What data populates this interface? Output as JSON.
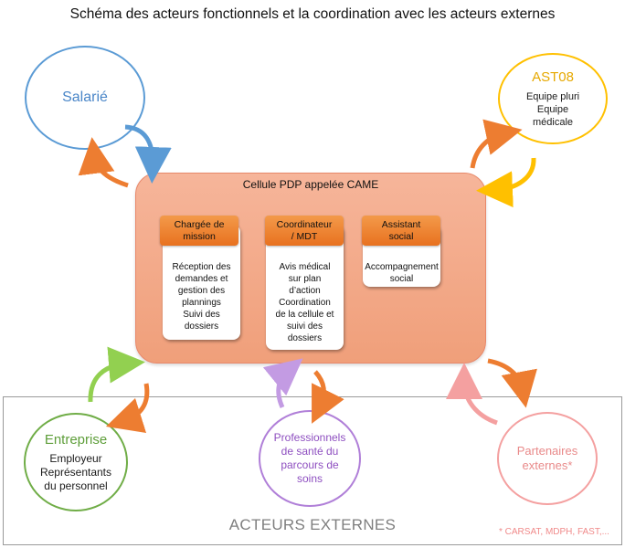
{
  "title": "Schéma des acteurs fonctionnels et la coordination avec les acteurs externes",
  "salarie": {
    "label": "Salarié"
  },
  "ast08": {
    "label": "AST08",
    "line1": "Equipe pluri",
    "line2": "Equipe",
    "line3": "médicale"
  },
  "cellule": {
    "title": "Cellule PDP appelée CAME",
    "cards": [
      {
        "head": "Chargée de mission",
        "body": [
          "Réception des",
          "demandes et",
          "gestion des",
          "plannings",
          "Suivi des",
          "dossiers"
        ]
      },
      {
        "head": "Coordinateur / MDT",
        "body": [
          "Avis médical",
          "sur plan",
          "d’action",
          "Coordination",
          "de la cellule et",
          "suivi des",
          "dossiers"
        ]
      },
      {
        "head": "Assistant social",
        "body": [
          "Accompagnement",
          "social"
        ]
      }
    ]
  },
  "entreprise": {
    "label": "Entreprise",
    "line1": "Employeur",
    "line2": "Représentants",
    "line3": "du personnel"
  },
  "professionnels": {
    "line1": "Professionnels",
    "line2": "de santé du",
    "line3": "parcours de",
    "line4": "soins"
  },
  "partenaires": {
    "line1": "Partenaires",
    "line2": "externes*"
  },
  "externes": {
    "label": "ACTEURS EXTERNES",
    "footnote": "* CARSAT, MDPH, FAST,..."
  },
  "colors": {
    "blue": "#5b9bd5",
    "orange": "#ed7d31",
    "yellow": "#ffc000",
    "green": "#70ad47",
    "purple": "#a56bcf",
    "pink": "#f4a0a0"
  }
}
